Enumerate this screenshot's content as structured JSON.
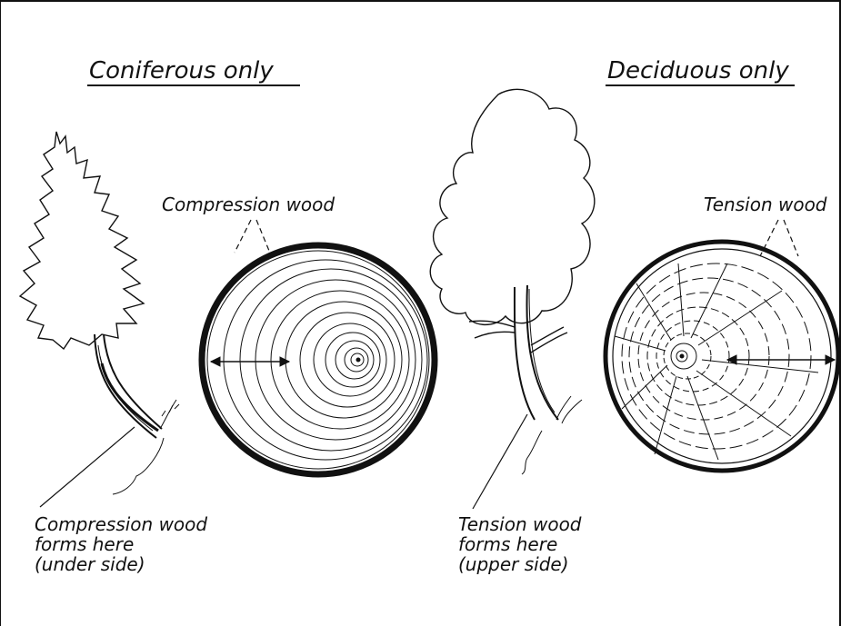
{
  "headings": {
    "coniferous": "Coniferous only",
    "deciduous": "Deciduous only"
  },
  "labels": {
    "compression_wood": "Compression wood",
    "tension_wood": "Tension wood"
  },
  "captions": {
    "compression": [
      "Compression wood",
      "forms here",
      "(under side)"
    ],
    "tension": [
      "Tension wood",
      "forms here",
      "(upper side)"
    ]
  },
  "icons": [
    "conifer-tree-icon",
    "deciduous-tree-icon",
    "compression-log-cross-section-icon",
    "tension-log-cross-section-icon"
  ]
}
